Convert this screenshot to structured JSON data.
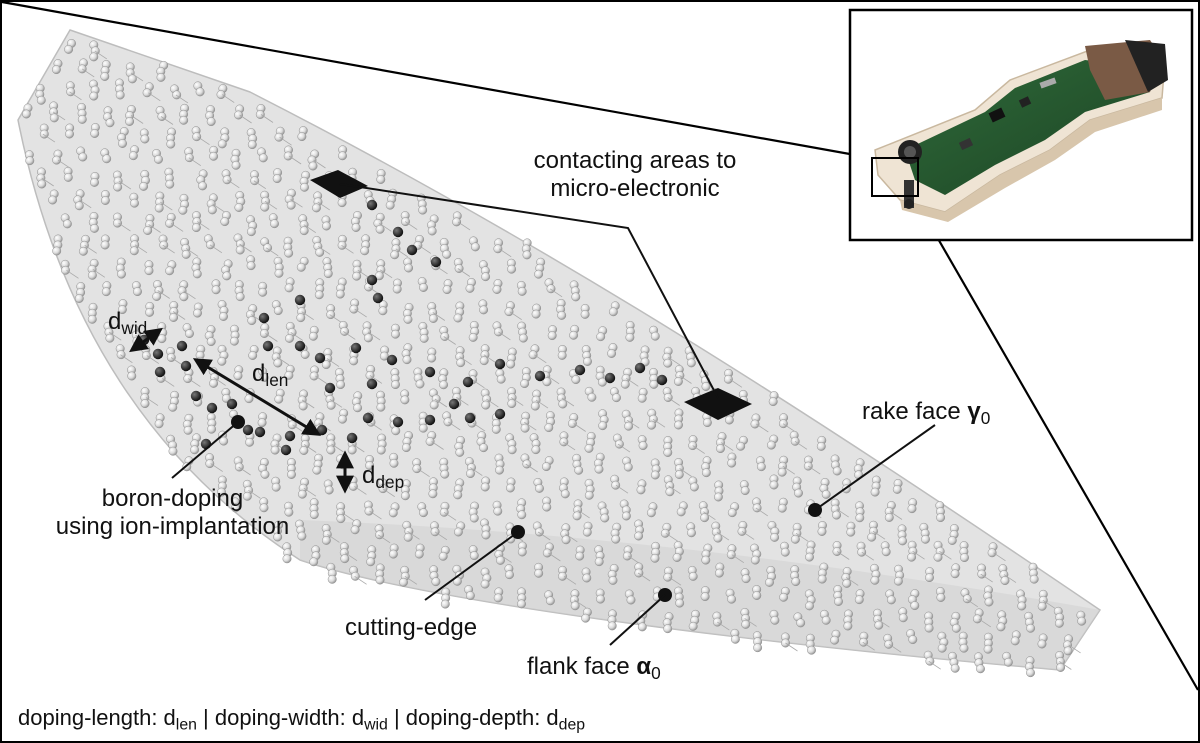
{
  "labels": {
    "contacting_line1": "contacting areas to",
    "contacting_line2": "micro-electronic",
    "rake_face": "rake face",
    "rake_symbol": "γ",
    "rake_sub": "0",
    "boron_line1": "boron-doping",
    "boron_line2": "using ion-implantation",
    "cutting_edge": "cutting-edge",
    "flank_face": "flank face",
    "flank_symbol": "α",
    "flank_sub": "0",
    "dwid_main": "d",
    "dwid_sub": "wid",
    "dlen_main": "d",
    "dlen_sub": "len",
    "ddep_main": "d",
    "ddep_sub": "dep"
  },
  "caption": {
    "len_text": "doping-length: d",
    "len_sub": "len",
    "sep1": " | doping-width: d",
    "wid_sub": "wid",
    "sep2": " | doping-depth: d",
    "dep_sub": "dep"
  },
  "colors": {
    "frame": "#000000",
    "facet": "#d7d7d7",
    "atom": "#e8e8e8",
    "atom_doped": "#2a2a2a",
    "pad": "#111111"
  },
  "icons": [
    "device-photo",
    "contact-pad-icon",
    "double-arrow-icon"
  ]
}
